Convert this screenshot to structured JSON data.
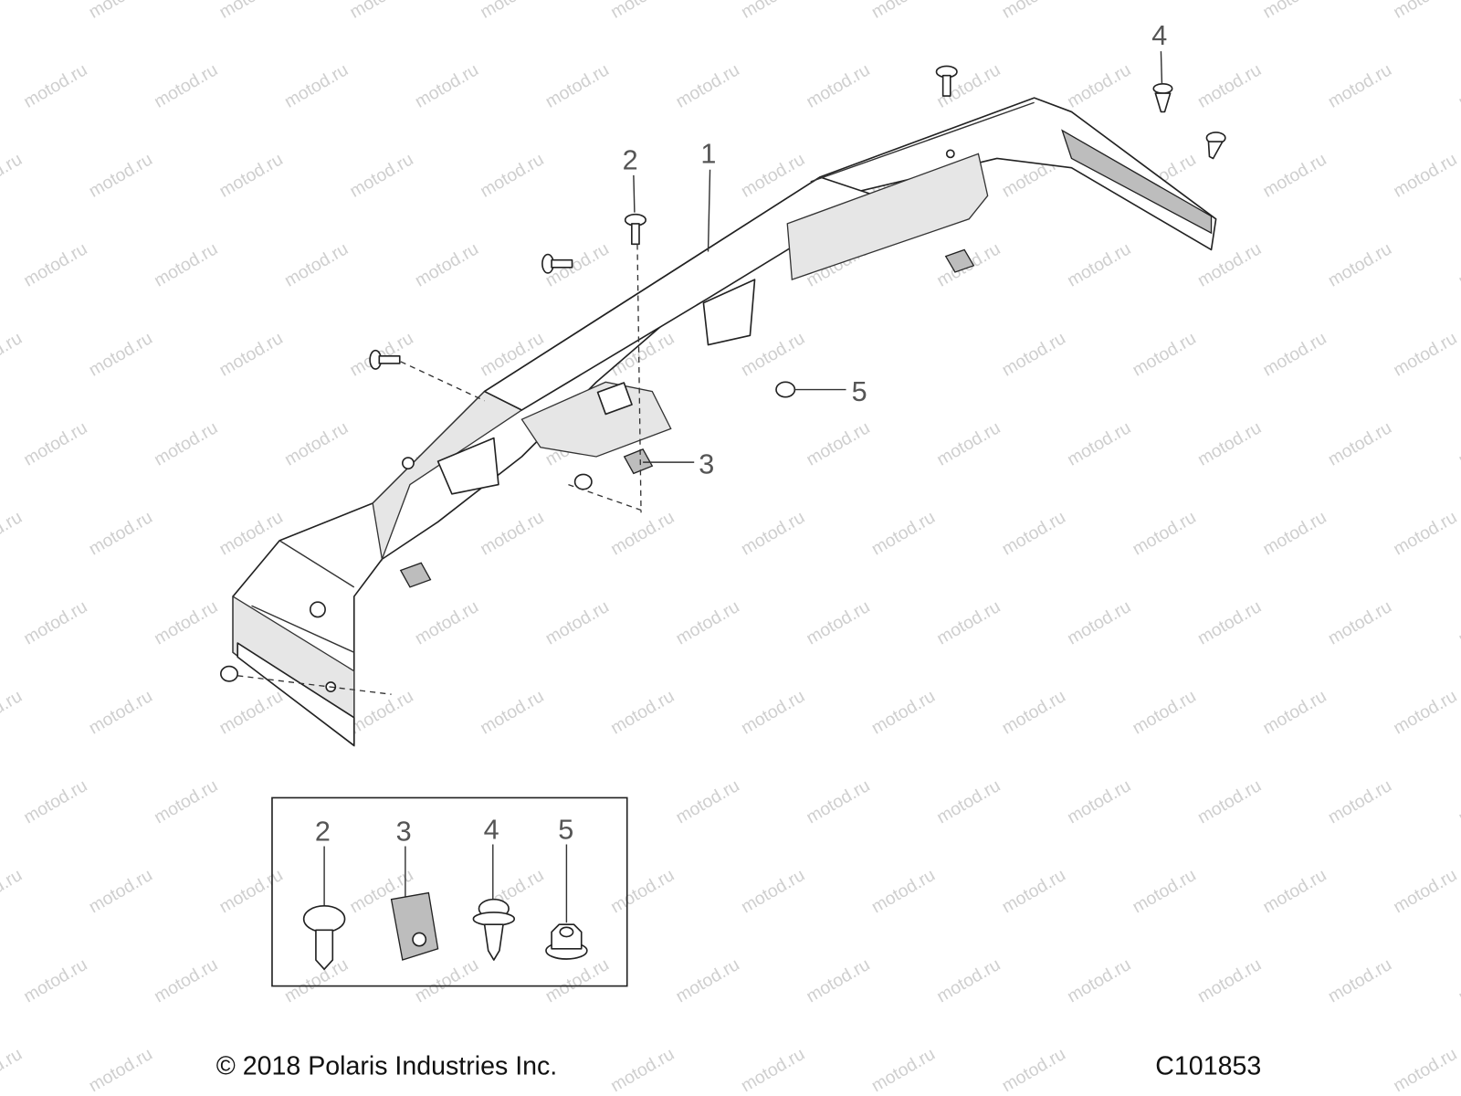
{
  "diagram": {
    "watermark": "motod.ru",
    "callouts": [
      {
        "id": "1",
        "label": "1"
      },
      {
        "id": "2",
        "label": "2"
      },
      {
        "id": "3",
        "label": "3"
      },
      {
        "id": "4",
        "label": "4"
      },
      {
        "id": "5",
        "label": "5"
      }
    ],
    "inset": {
      "items": [
        {
          "label": "2",
          "part": "screw-icon"
        },
        {
          "label": "3",
          "part": "clip-nut-icon"
        },
        {
          "label": "4",
          "part": "push-rivet-icon"
        },
        {
          "label": "5",
          "part": "flange-nut-icon"
        }
      ]
    },
    "copyright": "© 2018 Polaris Industries Inc.",
    "drawing_number": "C101853",
    "colors": {
      "line": "#222222",
      "callout": "#555555",
      "watermark": "#cfcfcf"
    }
  }
}
